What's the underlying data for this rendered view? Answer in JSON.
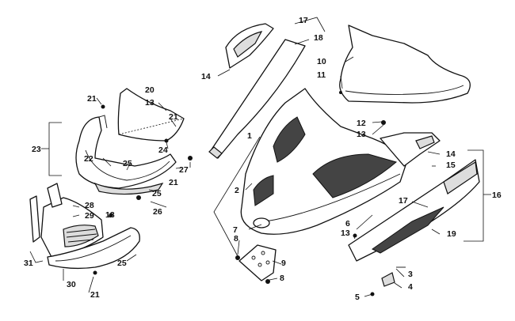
{
  "diagram": {
    "callouts": [
      "1",
      "2",
      "3",
      "4",
      "5",
      "6",
      "7",
      "8",
      "8",
      "9",
      "10",
      "11",
      "12",
      "13",
      "13",
      "13",
      "13",
      "14",
      "14",
      "15",
      "16",
      "17",
      "17",
      "18",
      "19",
      "20",
      "21",
      "21",
      "21",
      "21",
      "22",
      "23",
      "24",
      "25",
      "25",
      "25",
      "26",
      "27",
      "28",
      "29",
      "30",
      "31"
    ]
  }
}
